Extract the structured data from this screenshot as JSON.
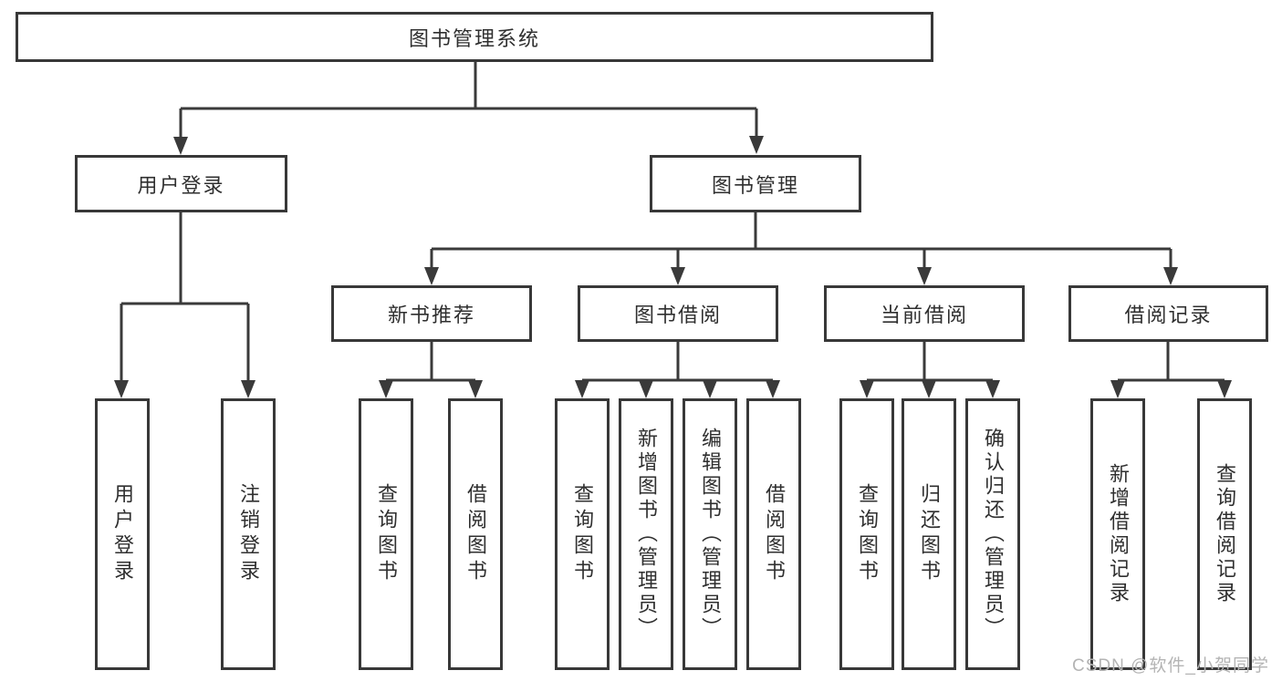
{
  "diagram": {
    "title": "图书管理系统",
    "root": {
      "label": "图书管理系统"
    },
    "level2": [
      {
        "label": "用户登录"
      },
      {
        "label": "图书管理"
      }
    ],
    "level3": [
      {
        "label": "新书推荐",
        "parent": "图书管理"
      },
      {
        "label": "图书借阅",
        "parent": "图书管理"
      },
      {
        "label": "当前借阅",
        "parent": "图书管理"
      },
      {
        "label": "借阅记录",
        "parent": "图书管理"
      }
    ],
    "leaves": [
      {
        "label": "用户登录",
        "parent": "用户登录"
      },
      {
        "label": "注销登录",
        "parent": "用户登录"
      },
      {
        "label": "查询图书",
        "parent": "新书推荐"
      },
      {
        "label": "借阅图书",
        "parent": "新书推荐"
      },
      {
        "label": "查询图书",
        "parent": "图书借阅"
      },
      {
        "label": "新增图书（管理员）",
        "parent": "图书借阅"
      },
      {
        "label": "编辑图书（管理员）",
        "parent": "图书借阅"
      },
      {
        "label": "借阅图书",
        "parent": "图书借阅"
      },
      {
        "label": "查询图书",
        "parent": "当前借阅"
      },
      {
        "label": "归还图书",
        "parent": "当前借阅"
      },
      {
        "label": "确认归还（管理员）",
        "parent": "当前借阅"
      },
      {
        "label": "新增借阅记录",
        "parent": "借阅记录"
      },
      {
        "label": "查询借阅记录",
        "parent": "借阅记录"
      }
    ],
    "watermark": "CSDN @软件_小贺同学",
    "colors": {
      "line": "#3a3a3a",
      "box_border": "#383838",
      "text": "#2f2f2f",
      "watermark": "#b4b4b4",
      "background": "#ffffff"
    }
  }
}
